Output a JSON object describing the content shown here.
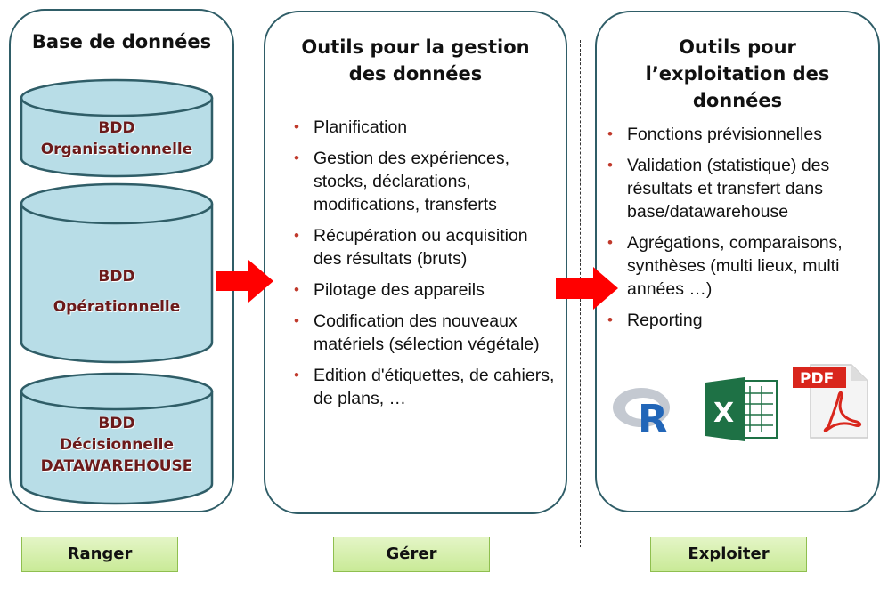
{
  "left_panel": {
    "title": "Base de données",
    "databases": [
      {
        "line1": "BDD",
        "line2": "Organisationnelle",
        "line3": ""
      },
      {
        "line1": "BDD",
        "line2": "Opérationnelle",
        "line3": ""
      },
      {
        "line1": "BDD",
        "line2": "Décisionnelle",
        "line3": "DATAWAREHOUSE"
      }
    ]
  },
  "mid_panel": {
    "title": "Outils pour la gestion des données",
    "items": [
      "Planification",
      "Gestion des expériences, stocks, déclarations, modifications, transferts",
      "Récupération ou acquisition des résultats (bruts)",
      "Pilotage des appareils",
      "Codification des nouveaux matériels (sélection végétale)",
      "Edition d'étiquettes, de cahiers, de plans, …"
    ]
  },
  "right_panel": {
    "title": "Outils pour l’exploitation des données",
    "items": [
      "Fonctions prévisionnelles",
      "Validation (statistique) des résultats et transfert  dans base/datawarehouse",
      "Agrégations, comparaisons, synthèses (multi lieux, multi années …)",
      "Reporting"
    ],
    "logos": {
      "r": {
        "icon": "r-logo-icon",
        "text": "R"
      },
      "excel": {
        "icon": "excel-icon",
        "text": "X"
      },
      "pdf": {
        "icon": "pdf-icon",
        "text": "PDF"
      }
    }
  },
  "tags": [
    "Ranger",
    "Gérer",
    "Exploiter"
  ],
  "colors": {
    "panel_border": "#2f5d67",
    "cylinder_fill": "#b8dde7",
    "cylinder_label": "#6b1a1a",
    "arrow": "#ff0000",
    "bullet": "#c0392b",
    "tag_fill": "#d6efb0",
    "tag_border": "#8fbf4f"
  }
}
